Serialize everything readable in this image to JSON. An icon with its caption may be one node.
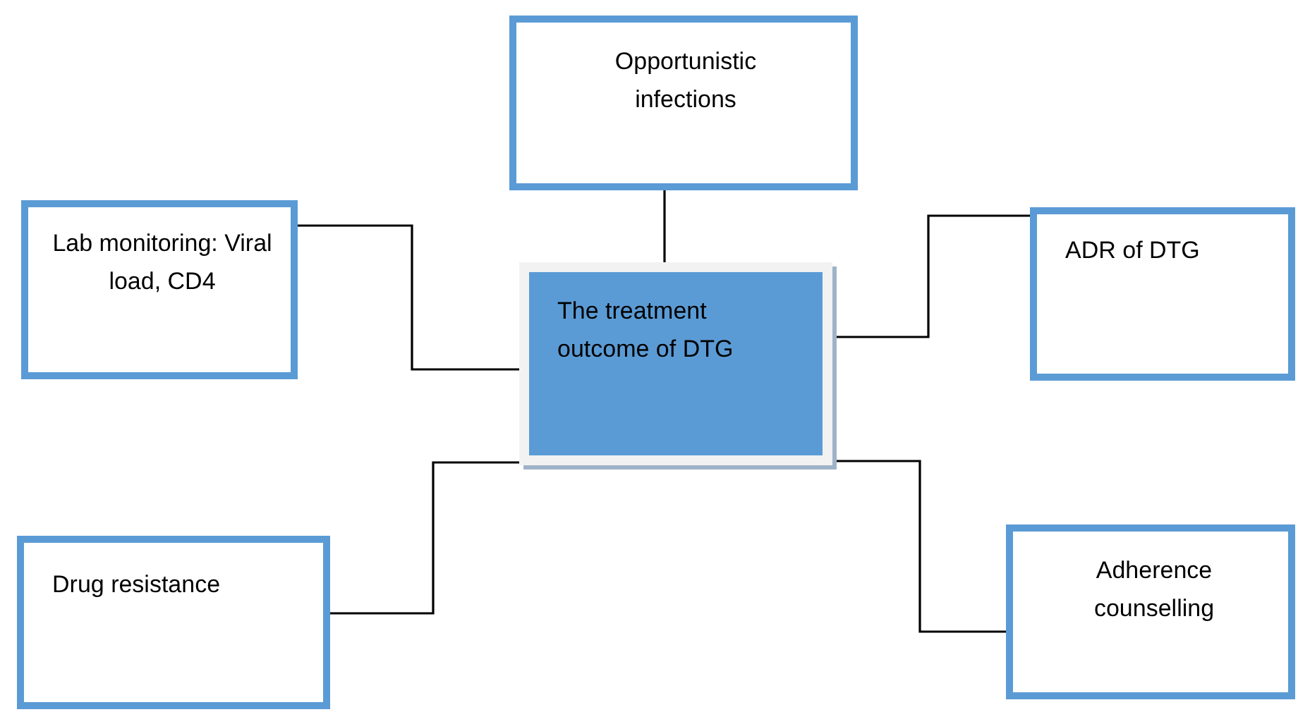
{
  "diagram": {
    "nodes": [
      {
        "text": [
          "Opportunistic infections"
        ]
      },
      {
        "text": [
          "Lab monitoring: Viral load, CD4"
        ]
      },
      {
        "text": [
          "The treatment outcome of DTG"
        ]
      },
      {
        "text": [
          "ADR of DTG"
        ]
      },
      {
        "text": [
          "Drug resistance"
        ]
      },
      {
        "text": [
          "Adherence counselling"
        ]
      }
    ],
    "edges": [
      {
        "from": 2,
        "to": 0,
        "arrow": "none"
      },
      {
        "from": 1,
        "to": 2,
        "arrow": "none"
      },
      {
        "from": 2,
        "to": 3,
        "arrow": "none"
      },
      {
        "from": 2,
        "to": 4,
        "arrow": "none"
      },
      {
        "from": 2,
        "to": 5,
        "arrow": "none"
      }
    ]
  }
}
